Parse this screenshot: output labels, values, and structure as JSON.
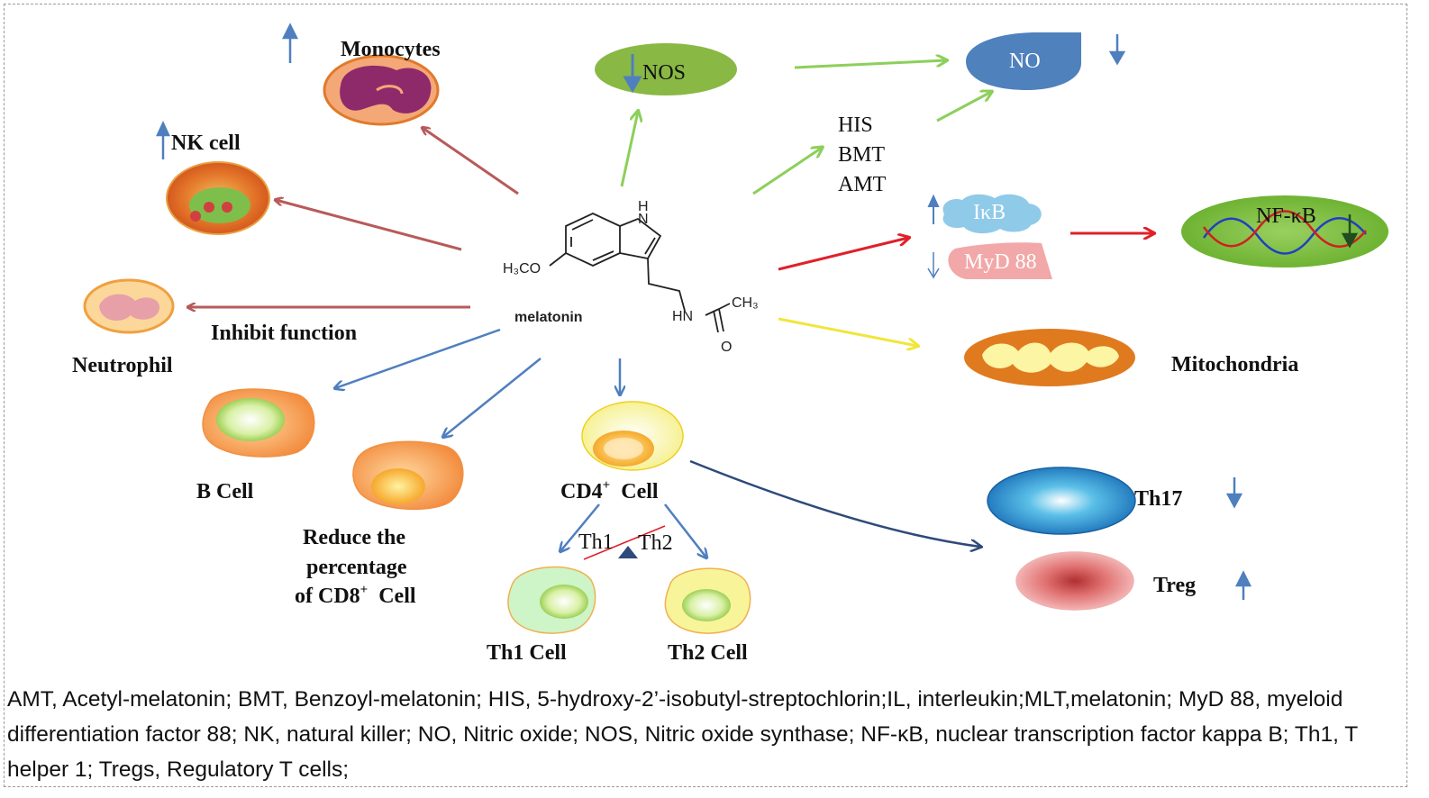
{
  "labels": {
    "monocytes": "Monocytes",
    "nk_cell": "NK cell",
    "neutrophil": "Neutrophil",
    "inhibit_function": "Inhibit function",
    "b_cell": "B  Cell",
    "reduce_line1": "Reduce  the",
    "reduce_line2": "percentage",
    "reduce_line3": "of CD8",
    "reduce_sup": "+",
    "reduce_suffix": "  Cell",
    "cd4_cell": "CD4",
    "cd4_sup": "+",
    "cd4_suffix": "  Cell",
    "th1_cell": "Th1 Cell",
    "th2_cell": "Th2 Cell",
    "th1_small": "Th1",
    "th2_small": "Th2",
    "nos": "NOS",
    "no": "NO",
    "his": "HIS",
    "bmt": "BMT",
    "amt": "AMT",
    "ikb": "IκB",
    "myd88": "MyD 88",
    "nfkb": "NF-κB",
    "mitochondria": "Mitochondria",
    "th17": "Th17",
    "treg": "Treg",
    "melatonin": "melatonin",
    "nh_h": "H",
    "nh_n": "N",
    "h3co": "H₃CO",
    "hn": "HN",
    "ch3": "CH₃",
    "o": "O"
  },
  "legend": "AMT, Acetyl-melatonin; BMT, Benzoyl-melatonin; HIS, 5-hydroxy-2’-isobutyl-streptochlorin;IL, interleukin;MLT,melatonin; MyD 88, myeloid differentiation factor 88; NK, natural killer; NO, Nitric oxide; NOS, Nitric oxide synthase; NF-κB, nuclear transcription factor kappa B; Th1, T helper 1; Tregs, Regulatory T cells;",
  "colors": {
    "red_arrow": "#b85a5a",
    "blue_arrow": "#4f7fbf",
    "green_arrow": "#8ccf5a",
    "bright_red": "#e0202a",
    "yellow_arrow": "#f0e63a",
    "dark_blue_arrow": "#2e4a7a"
  }
}
